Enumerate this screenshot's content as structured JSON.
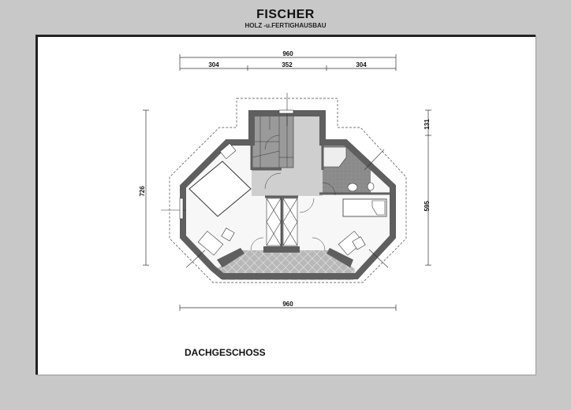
{
  "header": {
    "brand": "FISCHER",
    "subtitle": "HOLZ -u.FERTIGHAUSBAU"
  },
  "plan": {
    "title": "DACHGESCHOSS",
    "dimensions": {
      "top_total": "960",
      "top_segments": [
        "304",
        "352",
        "304"
      ],
      "left_total": "726",
      "right_upper": "131",
      "right_lower": "595",
      "bottom_total": "960"
    }
  },
  "colors": {
    "wall": "#5f5f5f",
    "stair_hall": "#cfcfcf",
    "bath": "#8a8a8a",
    "background": "#c8c8c8"
  }
}
